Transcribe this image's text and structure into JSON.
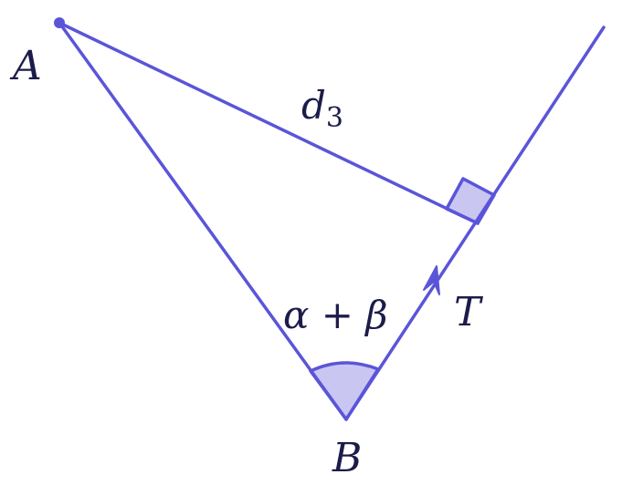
{
  "colors": {
    "line": "#5a55d8",
    "fill": "#c9c6f2",
    "text": "#1c1c4a"
  },
  "labels": {
    "point_a": "A",
    "point_b": "B",
    "distance_main": "d",
    "distance_sub": "3",
    "tangent": "T",
    "angle": "α + β"
  }
}
